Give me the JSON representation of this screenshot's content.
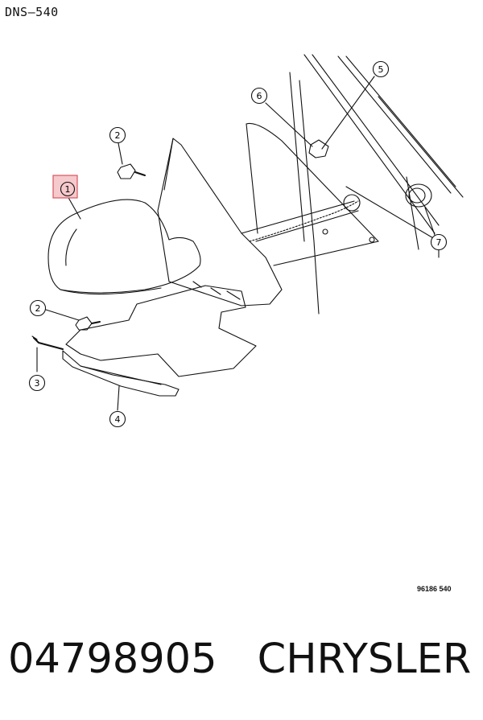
{
  "diagram_code": "DNS–540",
  "callouts": [
    {
      "id": "1",
      "label": "1",
      "highlighted": true
    },
    {
      "id": "2a",
      "label": "2"
    },
    {
      "id": "2b",
      "label": "2"
    },
    {
      "id": "3",
      "label": "3"
    },
    {
      "id": "4",
      "label": "4"
    },
    {
      "id": "5",
      "label": "5"
    },
    {
      "id": "6",
      "label": "6"
    },
    {
      "id": "7",
      "label": "7"
    }
  ],
  "reference_number": "96186 540",
  "part_number": "04798905",
  "brand": "CHRYSLER",
  "colors": {
    "highlight_fill": "#f6c9cc",
    "highlight_stroke": "#d9535f",
    "line": "#111111"
  }
}
